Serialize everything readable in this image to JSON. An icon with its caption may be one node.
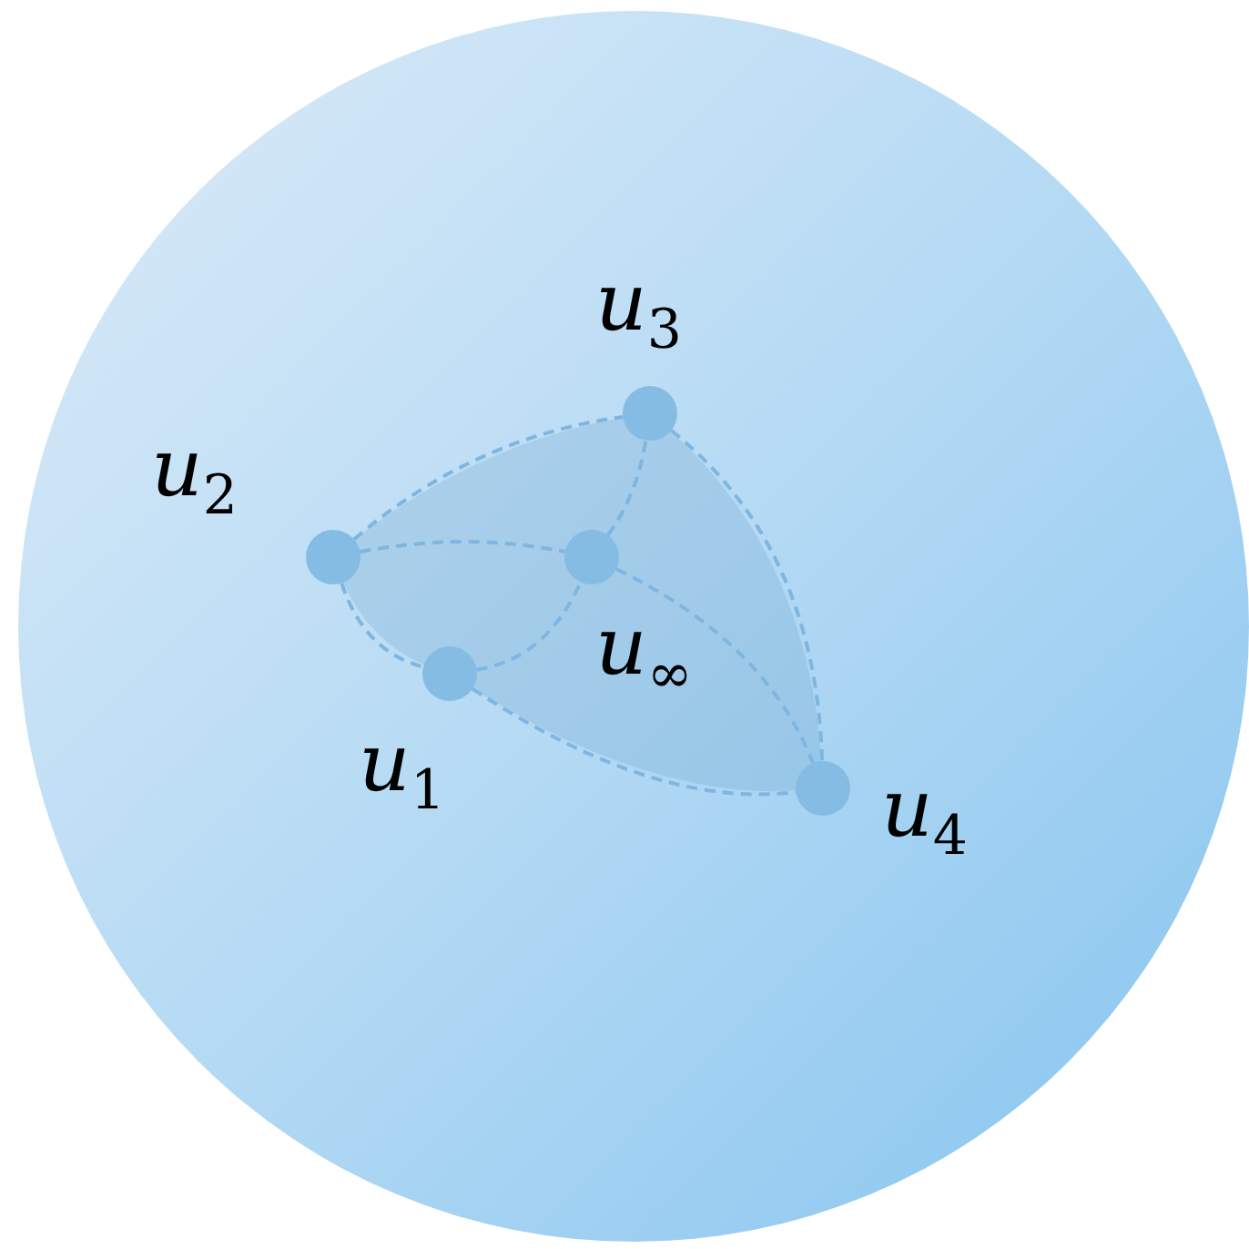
{
  "diagram": {
    "nodes": [
      {
        "text": [],
        "shape": "circle"
      },
      {
        "text": [
          "u$_{3}$"
        ],
        "in": 0
      },
      {
        "text": [
          "u$_{2}$"
        ],
        "in": 0
      },
      {
        "text": [
          "u$_{∞}$"
        ],
        "in": 0
      },
      {
        "text": [
          "u$_{1}$"
        ],
        "in": 0
      },
      {
        "text": [
          "u$_{4}$"
        ],
        "in": 0
      }
    ],
    "edges": [
      {
        "from": 2,
        "to": 1,
        "arrow": "none",
        "style": "dashed"
      },
      {
        "from": 2,
        "to": 3,
        "arrow": "none",
        "style": "dashed"
      },
      {
        "from": 2,
        "to": 4,
        "arrow": "none",
        "style": "dashed"
      },
      {
        "from": 4,
        "to": 3,
        "arrow": "none",
        "style": "dashed"
      },
      {
        "from": 3,
        "to": 1,
        "arrow": "none",
        "style": "dashed"
      },
      {
        "from": 3,
        "to": 5,
        "arrow": "none",
        "style": "dashed"
      },
      {
        "from": 1,
        "to": 5,
        "arrow": "none",
        "style": "dashed"
      },
      {
        "from": 4,
        "to": 5,
        "arrow": "none",
        "style": "dashed"
      }
    ]
  }
}
